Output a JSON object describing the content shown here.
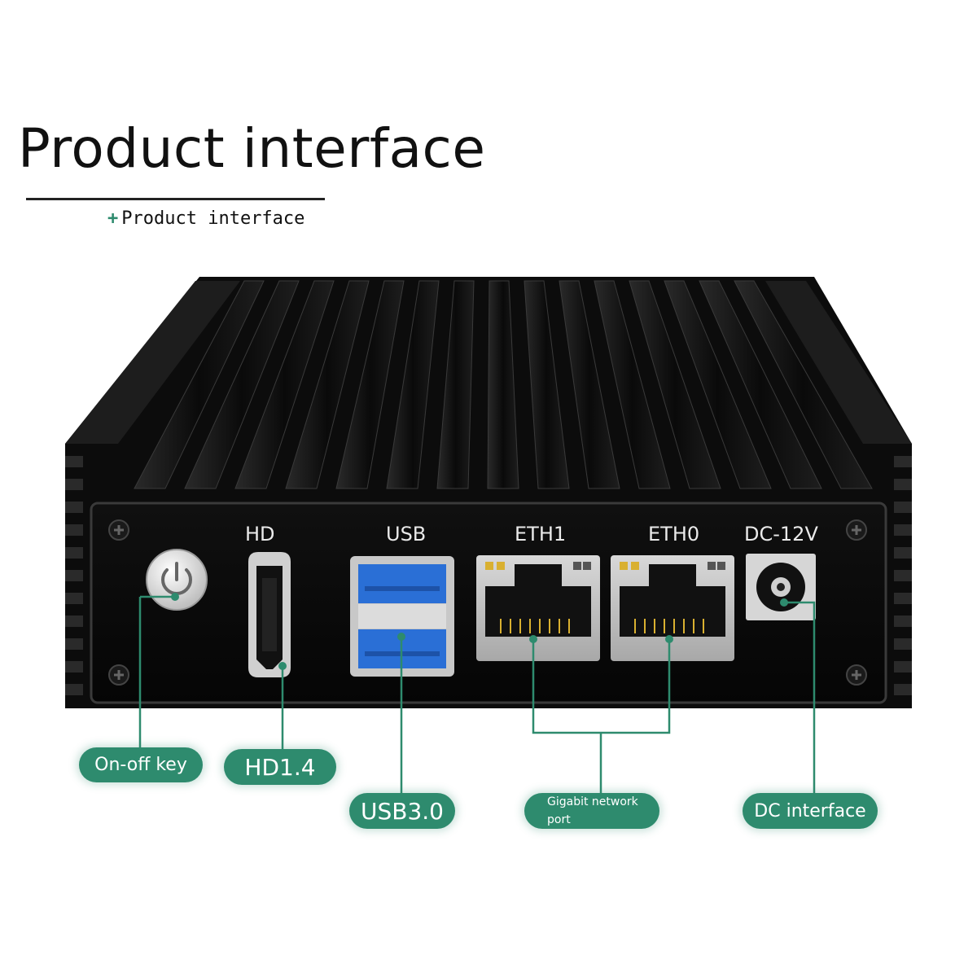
{
  "header": {
    "title": "Product interface",
    "subtitle": "Product interface"
  },
  "ports": {
    "hd": "HD",
    "usb": "USB",
    "eth1": "ETH1",
    "eth0": "ETH0",
    "dc": "DC-12V"
  },
  "callouts": {
    "onoff": "On-off key",
    "hd": "HD1.4",
    "usb": "USB3.0",
    "gigabit_line1": "Gigabit network",
    "gigabit_line2": "port",
    "dc": "DC interface"
  },
  "icons": {
    "power": "power-icon",
    "hdmi": "hdmi-port-icon",
    "usb": "usb-port-icon",
    "ethernet": "ethernet-port-icon",
    "dc_jack": "dc-jack-icon"
  },
  "colors": {
    "accent": "#2e8b6e",
    "device": "#0b0b0b",
    "usb_blue": "#2a6fd6",
    "led_yellow": "#d9b030"
  }
}
